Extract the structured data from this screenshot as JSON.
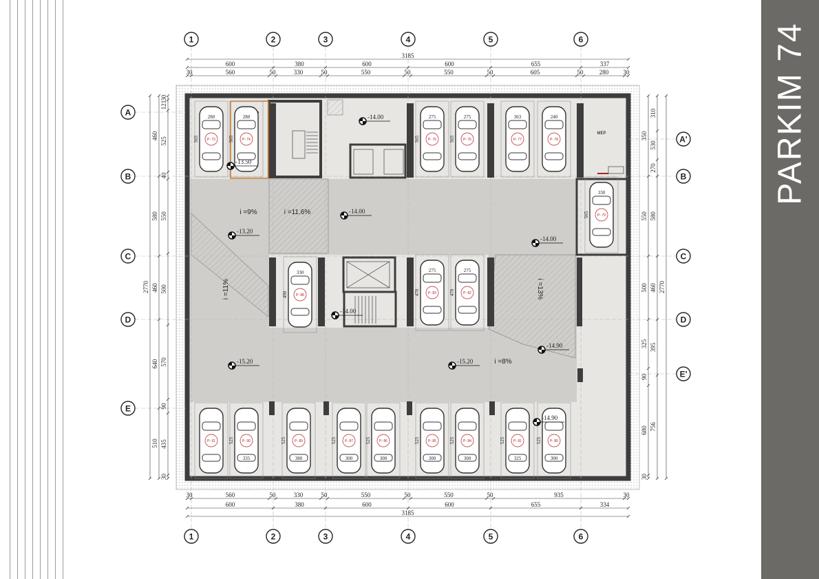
{
  "title": "PARKIM 74",
  "columns": [
    "1",
    "2",
    "3",
    "4",
    "5",
    "6"
  ],
  "rows_left": [
    "A",
    "B",
    "C",
    "D",
    "E"
  ],
  "rows_right": [
    "A'",
    "B",
    "C",
    "D",
    "E'"
  ],
  "dims_top": {
    "total": "3185",
    "spans": [
      "600",
      "380",
      "600",
      "600",
      "655",
      "337"
    ],
    "details": [
      "30",
      "560",
      "50",
      "330",
      "50",
      "550",
      "50",
      "550",
      "50",
      "605",
      "50",
      "280",
      "30"
    ]
  },
  "dims_bottom": {
    "details": [
      "30",
      "560",
      "50",
      "330",
      "50",
      "550",
      "50",
      "550",
      "50",
      "935",
      "30"
    ],
    "spans": [
      "600",
      "380",
      "600",
      "600",
      "655",
      "334"
    ],
    "total": "3185"
  },
  "dims_left": {
    "total": "2770",
    "spans": [
      "460",
      "580",
      "460",
      "640",
      "510"
    ],
    "details": [
      "30",
      "121",
      "525",
      "40",
      "550",
      "500",
      "570",
      "90",
      "435",
      "30"
    ]
  },
  "dims_right": {
    "total": "2770",
    "spans": [
      "310",
      "530",
      "270",
      "580",
      "460",
      "395",
      "756"
    ],
    "details": [
      "350",
      "550",
      "500",
      "325",
      "90",
      "680",
      "30"
    ]
  },
  "elevations": [
    "-13.50",
    "-14.00",
    "-14.00",
    "-13.20",
    "-14.00",
    "-14.00",
    "-15.20",
    "-15.20",
    "-14.90",
    "-14.90"
  ],
  "slopes": [
    "i =9%",
    "i =11.6%",
    "i =11%",
    "i =13%",
    "i =8%"
  ],
  "room_labels": {
    "mep": "MEP"
  },
  "stalls": [
    {
      "id": "P- 73",
      "w": "280",
      "d": "565"
    },
    {
      "id": "P- 74",
      "w": "280",
      "d": "565"
    },
    {
      "id": "P- 75",
      "w": "275",
      "d": "565"
    },
    {
      "id": "P- 76",
      "w": "275",
      "d": "565"
    },
    {
      "id": "P- 77",
      "w": "363",
      "d": ""
    },
    {
      "id": "P- 78",
      "w": "240",
      "d": ""
    },
    {
      "id": "P- 79",
      "w": "330",
      "d": "565"
    },
    {
      "id": "P- 88",
      "w": "330",
      "d": "490"
    },
    {
      "id": "P- 83",
      "w": "275",
      "d": "470"
    },
    {
      "id": "P- 82",
      "w": "275",
      "d": "470"
    },
    {
      "id": "P- 91",
      "w": "",
      "d": ""
    },
    {
      "id": "P- 90",
      "w": "335",
      "d": "525"
    },
    {
      "id": "P- 89",
      "w": "380",
      "d": "525"
    },
    {
      "id": "P- 87",
      "w": "300",
      "d": "525"
    },
    {
      "id": "P- 86",
      "w": "300",
      "d": "525"
    },
    {
      "id": "P- 85",
      "w": "300",
      "d": "525"
    },
    {
      "id": "P- 84",
      "w": "300",
      "d": "525"
    },
    {
      "id": "P- 81",
      "w": "325",
      "d": "525"
    },
    {
      "id": "P- 80",
      "w": "300",
      "d": "525"
    }
  ],
  "colors": {
    "title_bar": "#6b6a66",
    "ramp_fill": "#cfcecb",
    "wall": "#3d3d3d",
    "slab": "#e7e6e3",
    "stall_number": "#b02020"
  }
}
